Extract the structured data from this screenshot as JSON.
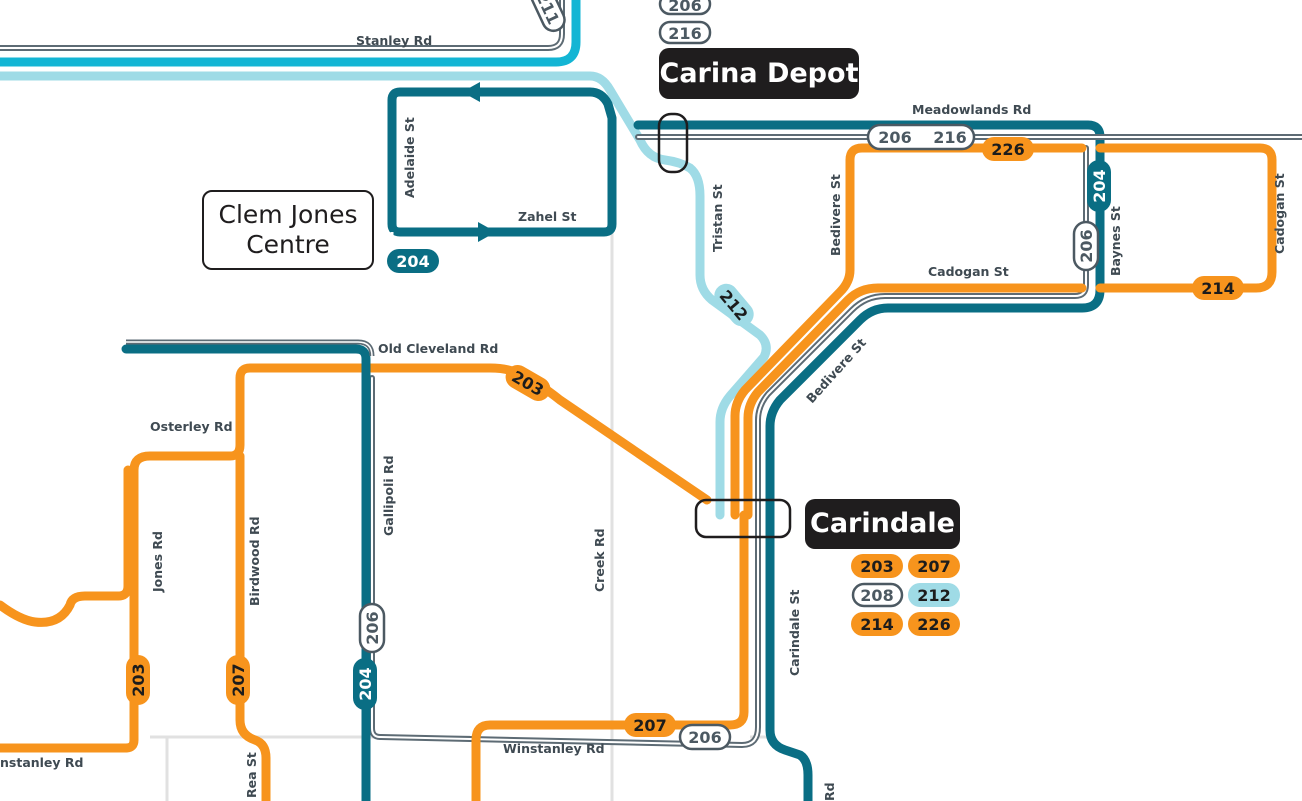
{
  "stops": {
    "carina_depot": "Carina Depot",
    "carindale": "Carindale",
    "clem_jones_line1": "Clem Jones",
    "clem_jones_line2": "Centre"
  },
  "streets": {
    "stanley_rd": "Stanley Rd",
    "meadowlands_rd": "Meadowlands Rd",
    "adelaide_st": "Adelaide St",
    "zahel_st": "Zahel St",
    "tristan_st": "Tristan St",
    "bedivere_st_north": "Bedivere St",
    "cadogan_st_mid": "Cadogan St",
    "cadogan_st_east": "Cadogan St",
    "baynes_st": "Baynes St",
    "bedivere_st_diag": "Bedivere St",
    "old_cleveland_rd": "Old Cleveland Rd",
    "osterley_rd": "Osterley Rd",
    "jones_rd": "Jones Rd",
    "birdwood_rd": "Birdwood Rd",
    "gallipoli_rd": "Gallipoli Rd",
    "creek_rd": "Creek Rd",
    "carindale_st": "Carindale St",
    "winstanley_rd": "Winstanley Rd",
    "winstanley_rd_west": "nstanley Rd",
    "rea_st": "Rea St",
    "rd_partial": "Rd"
  },
  "routes": {
    "r203": "203",
    "r204": "204",
    "r206": "206",
    "r207": "207",
    "r208": "208",
    "r211": "211",
    "r212": "212",
    "r214": "214",
    "r216": "216",
    "r226": "226"
  },
  "colors": {
    "orange": "#f7941d",
    "dark_teal": "#0a6e84",
    "light_blue": "#9fdbe6",
    "cyan": "#13b5d4",
    "grey_route": "#5d6b74",
    "street_grey": "#e1e1e1",
    "stop_box": "#1f1d1e"
  }
}
